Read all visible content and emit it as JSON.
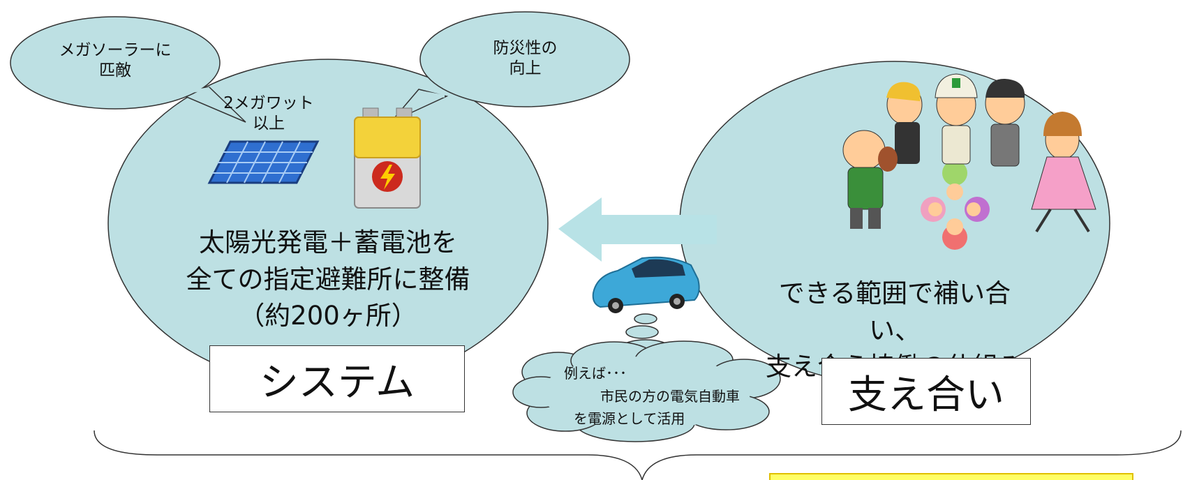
{
  "colors": {
    "bubble_fill": "#bde0e3",
    "arrow_fill": "#b8e2e6",
    "outline": "#333333",
    "note_fill": "#ffff66",
    "note_border": "#e0c000",
    "panel_blue": "#2f6fd0",
    "battery_yellow": "#f3d23a",
    "battery_red": "#cc2a1e",
    "car_blue": "#3da8d8"
  },
  "left_group": {
    "speech_bubble_1": "メガソーラーに\n匹敵",
    "speech_bubble_2": "防災性の\n向上",
    "solar_caption": "2メガワット\n以上",
    "main_text": "太陽光発電＋蓄電池を\n全ての指定避難所に整備\n（約200ヶ所）",
    "label": "システム"
  },
  "right_group": {
    "main_text": "できる範囲で補い合い、\n支え合う協働の仕組み",
    "label": "支え合い"
  },
  "middle": {
    "cloud_line1": "例えば･･･",
    "cloud_line2": "市民の方の電気自動車",
    "cloud_line3": "を電源として活用"
  },
  "icons": {
    "solar": "solar-panel-icon",
    "battery": "battery-icon",
    "car": "electric-car-icon",
    "people": "community-people-icon",
    "arrow": "left-arrow-icon"
  }
}
